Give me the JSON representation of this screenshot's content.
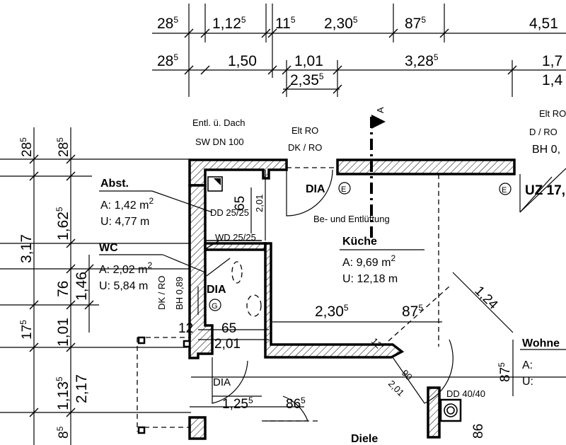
{
  "top_dims_row1": [
    {
      "main": "28",
      "sup": "5"
    },
    {
      "main": "1,12",
      "sup": "5"
    },
    {
      "main": "11",
      "sup": "5"
    },
    {
      "main": "2,30",
      "sup": "5"
    },
    {
      "main": "87",
      "sup": "5"
    },
    {
      "main": "4,51",
      "sup": ""
    }
  ],
  "top_dims_row2": [
    {
      "main": "28",
      "sup": "5"
    },
    {
      "main": "1,50",
      "sup": ""
    },
    {
      "main": "1,01",
      "sup": ""
    },
    {
      "main": "3,28",
      "sup": "5"
    },
    {
      "main": "1,7",
      "sup": ""
    }
  ],
  "top_dims_row3": [
    {
      "main": "2,35",
      "sup": "5"
    },
    {
      "main": "1,4",
      "sup": ""
    }
  ],
  "left_dims_col1": [
    {
      "main": "28",
      "sup": "5"
    },
    {
      "main": "3,17",
      "sup": ""
    },
    {
      "main": "17",
      "sup": "5"
    },
    {
      "main": "2,17",
      "sup": ""
    },
    {
      "main": "8",
      "sup": "5"
    }
  ],
  "left_dims_col2": [
    {
      "main": "28",
      "sup": "5"
    },
    {
      "main": "1,62",
      "sup": "5"
    },
    {
      "main": "76",
      "sup": ""
    },
    {
      "main": "1,46",
      "sup": ""
    },
    {
      "main": "1,01",
      "sup": ""
    },
    {
      "main": "1,13",
      "sup": "5"
    }
  ],
  "notes": {
    "roof_vent": "Entl. ü. Dach",
    "sw_dn": "SW DN 100",
    "elt_ro": "Elt RO",
    "dk_ro": "DK / RO",
    "elt_ro_right": "Elt RO",
    "d_ro_right": "D /  RO",
    "bh_right": "BH 0,",
    "ventilation": "Be- und Entlüftung",
    "dd_25": "DD 25/25",
    "wd_25": "WD 25/25",
    "dk_ro_vert": "DK / RO",
    "bh_vert": "BH 0,89",
    "dd_40": "DD 40/40",
    "uz": "UZ 17,"
  },
  "rooms": {
    "abst": {
      "name": "Abst.",
      "area_label": "A: 1,42 m",
      "area_sup": "2",
      "perim": "U: 4,77 m"
    },
    "wc": {
      "name": "WC",
      "area_label": "A: 2,02 m",
      "area_sup": "2",
      "perim": "U: 5,84 m"
    },
    "kueche": {
      "name": "Küche",
      "area_label": "A:   9,69 m",
      "area_sup": "2",
      "perim": "U: 12,18 m"
    },
    "wohn": {
      "name": "Wohne",
      "area_label": "A:",
      "perim": "U:"
    },
    "diele": {
      "name": "Diele"
    }
  },
  "markers": {
    "dia_top": "DIA",
    "dia_wc": "DIA",
    "dia_bottom": "DIA",
    "e1": "E",
    "e2": "E",
    "g": "G",
    "section": "A"
  },
  "inner_dims": {
    "v_65": "65",
    "v_201": "2,01",
    "h_230": {
      "main": "2,30",
      "sup": "5"
    },
    "h_875": {
      "main": "87",
      "sup": "5"
    },
    "h_124": "1,24",
    "h_12": "12",
    "h_65b": "65",
    "h_201b": "2,01",
    "h_125": {
      "main": "1,25",
      "sup": "5"
    },
    "h_865": {
      "main": "86",
      "sup": "5"
    },
    "d_90": "90",
    "d_201": "2,01",
    "d_12": "12",
    "v_875": {
      "main": "87",
      "sup": "5"
    },
    "v_86": "86"
  }
}
